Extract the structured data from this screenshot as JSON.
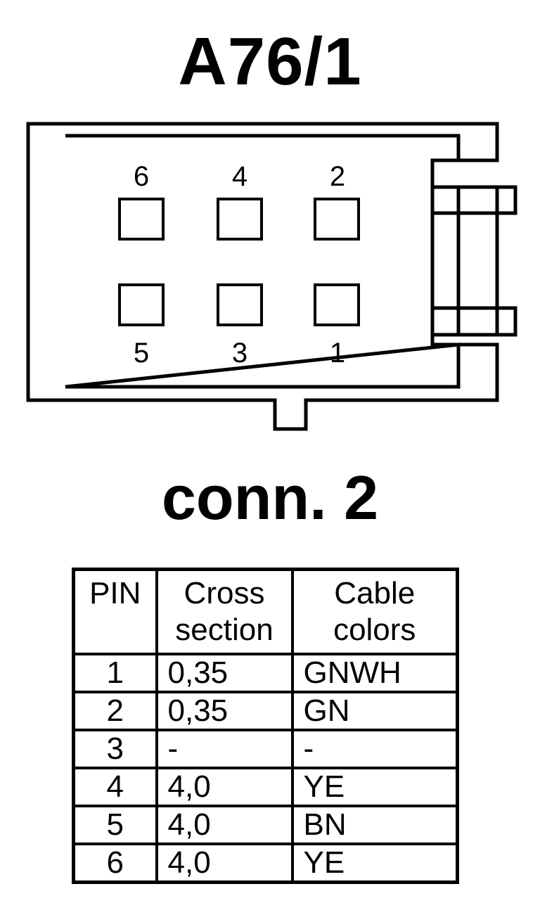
{
  "title": "A76/1",
  "subtitle": "conn. 2",
  "pin_labels": {
    "top": [
      "6",
      "4",
      "2"
    ],
    "bottom": [
      "5",
      "3",
      "1"
    ]
  },
  "table": {
    "headers": {
      "pin": "PIN",
      "cross_line1": "Cross",
      "cross_line2": "section",
      "colors_line1": "Cable",
      "colors_line2": "colors"
    },
    "rows": [
      {
        "pin": "1",
        "cross": "0,35",
        "color": "GNWH"
      },
      {
        "pin": "2",
        "cross": "0,35",
        "color": "GN"
      },
      {
        "pin": "3",
        "cross": "-",
        "color": "-"
      },
      {
        "pin": "4",
        "cross": "4,0",
        "color": "YE"
      },
      {
        "pin": "5",
        "cross": "4,0",
        "color": "BN"
      },
      {
        "pin": "6",
        "cross": "4,0",
        "color": "YE"
      }
    ]
  }
}
